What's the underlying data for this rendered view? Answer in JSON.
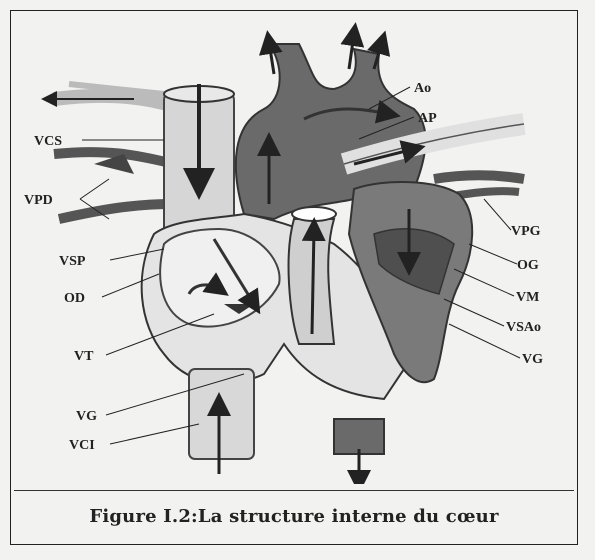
{
  "figure": {
    "caption": "Figure I.2:La structure interne du  cœur",
    "labels": {
      "vcs": "VCS",
      "vpd": "VPD",
      "vsp": "VSP",
      "od": "OD",
      "vt": "VT",
      "vg_left": "VG",
      "vci": "VCI",
      "ao": "Ao",
      "ap": "AP",
      "vpg": "VPG",
      "og": "OG",
      "vm": "VM",
      "vsao": "VSAo",
      "vg_right": "VG"
    }
  },
  "colors": {
    "dark_gray": "#5a5a5a",
    "mid_gray": "#8a8a8a",
    "light_gray": "#d8d8d8",
    "ink": "#222222"
  }
}
